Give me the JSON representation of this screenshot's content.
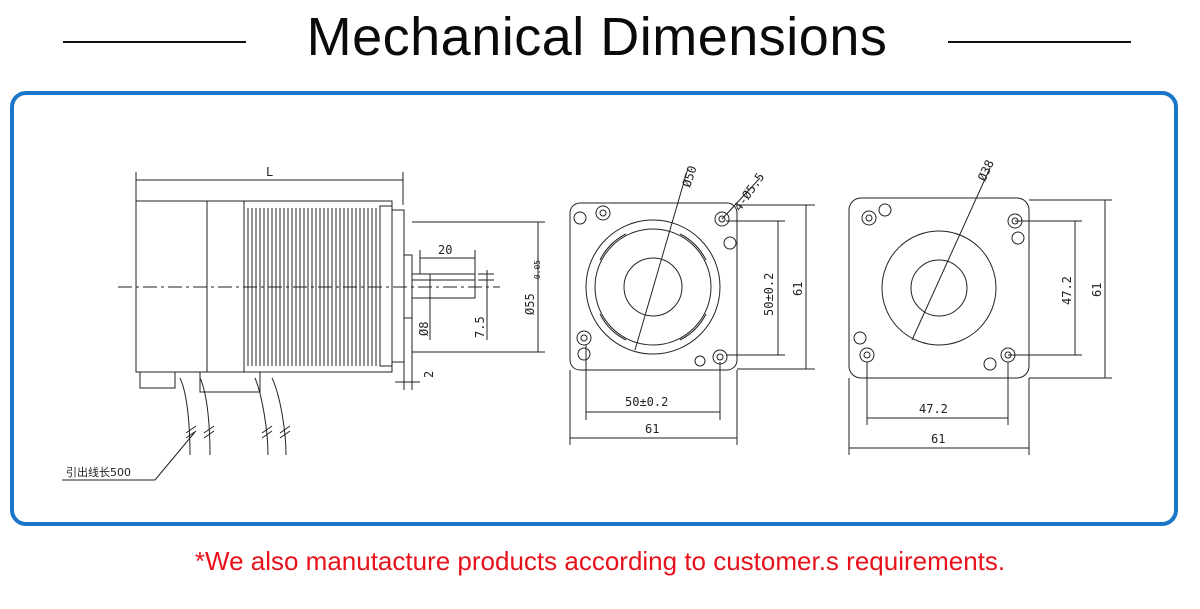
{
  "title": "Mechanical Dimensions",
  "footnote": "*We also manutacture products according to customer.s requirements.",
  "colors": {
    "frame": "#1a76c8",
    "footnote": "#e8121b",
    "line": "#222222"
  },
  "side_view": {
    "length_label": "L",
    "shaft_length": "20",
    "flat_depth": "7.5",
    "shaft_dia": "Ø8",
    "pilot_dia": "Ø55",
    "pilot_tol": "-0.05",
    "pilot_height": "2",
    "lead_note": "引出线长500"
  },
  "front_view": {
    "circle_dia": "Ø50",
    "hole_dia": "4-Ø5.5",
    "hole_spacing_v": "50±0.2",
    "hole_spacing_h": "50±0.2",
    "width_v": "61",
    "width_h": "61"
  },
  "rear_view": {
    "circle_dia": "Ø38",
    "hole_spacing_v": "47.2",
    "hole_spacing_h": "47.2",
    "width_v": "61",
    "width_h": "61"
  }
}
